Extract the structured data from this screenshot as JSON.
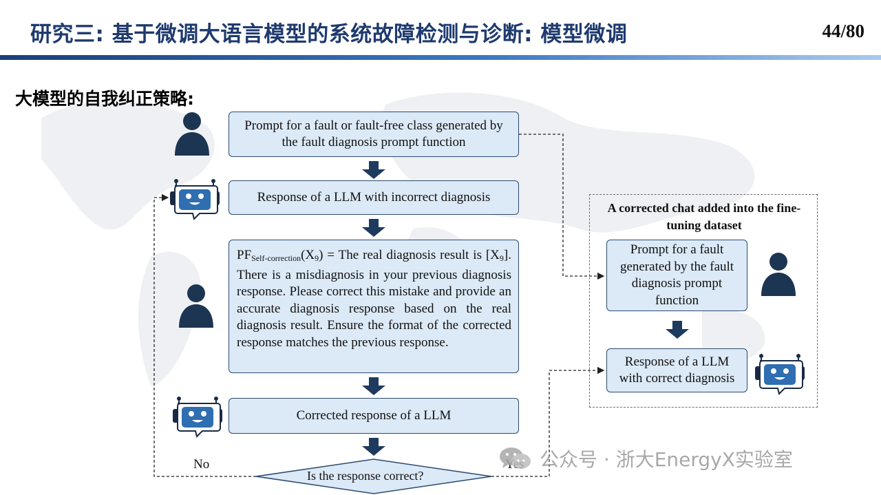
{
  "header": {
    "title": "研究三: 基于微调大语言模型的系统故障检测与诊断: 模型微调",
    "page_number": "44/80"
  },
  "subtitle": "大模型的自我纠正策略:",
  "flow": {
    "prompt_box": "Prompt for a fault or fault-free class generated by the fault diagnosis prompt function",
    "incorrect_box": "Response of a LLM with incorrect diagnosis",
    "self_correction": {
      "prefix": "PF",
      "subscript": "Self-correction",
      "arg_open": "(X",
      "arg_sub": "9",
      "text_a": ") = The real diagnosis result is [X",
      "text_sub": "9",
      "text_b": "]. There is a misdiagnosis in your previous diagnosis response. Please correct this mistake and provide an accurate diagnosis response based on the real diagnosis result. Ensure the format of the corrected response matches the previous response."
    },
    "corrected_box": "Corrected response of a LLM",
    "decision": "Is the response correct?",
    "no_label": "No",
    "yes_label": "Yes"
  },
  "panel": {
    "title": "A corrected chat added into the fine-tuning dataset",
    "prompt_box": "Prompt for a fault generated by the fault diagnosis prompt function",
    "response_box": "Response of a LLM with correct diagnosis"
  },
  "watermark": "公众号 · 浙大EnergyX实验室",
  "colors": {
    "title_text": "#1e3a6e",
    "box_fill": "#dce9f6",
    "box_border": "#2b4a70",
    "arrow": "#1f3a5f",
    "robot": "#2f6eb0",
    "person": "#1c3552"
  },
  "icons": [
    "person-icon",
    "robot-icon",
    "wechat-icon"
  ]
}
